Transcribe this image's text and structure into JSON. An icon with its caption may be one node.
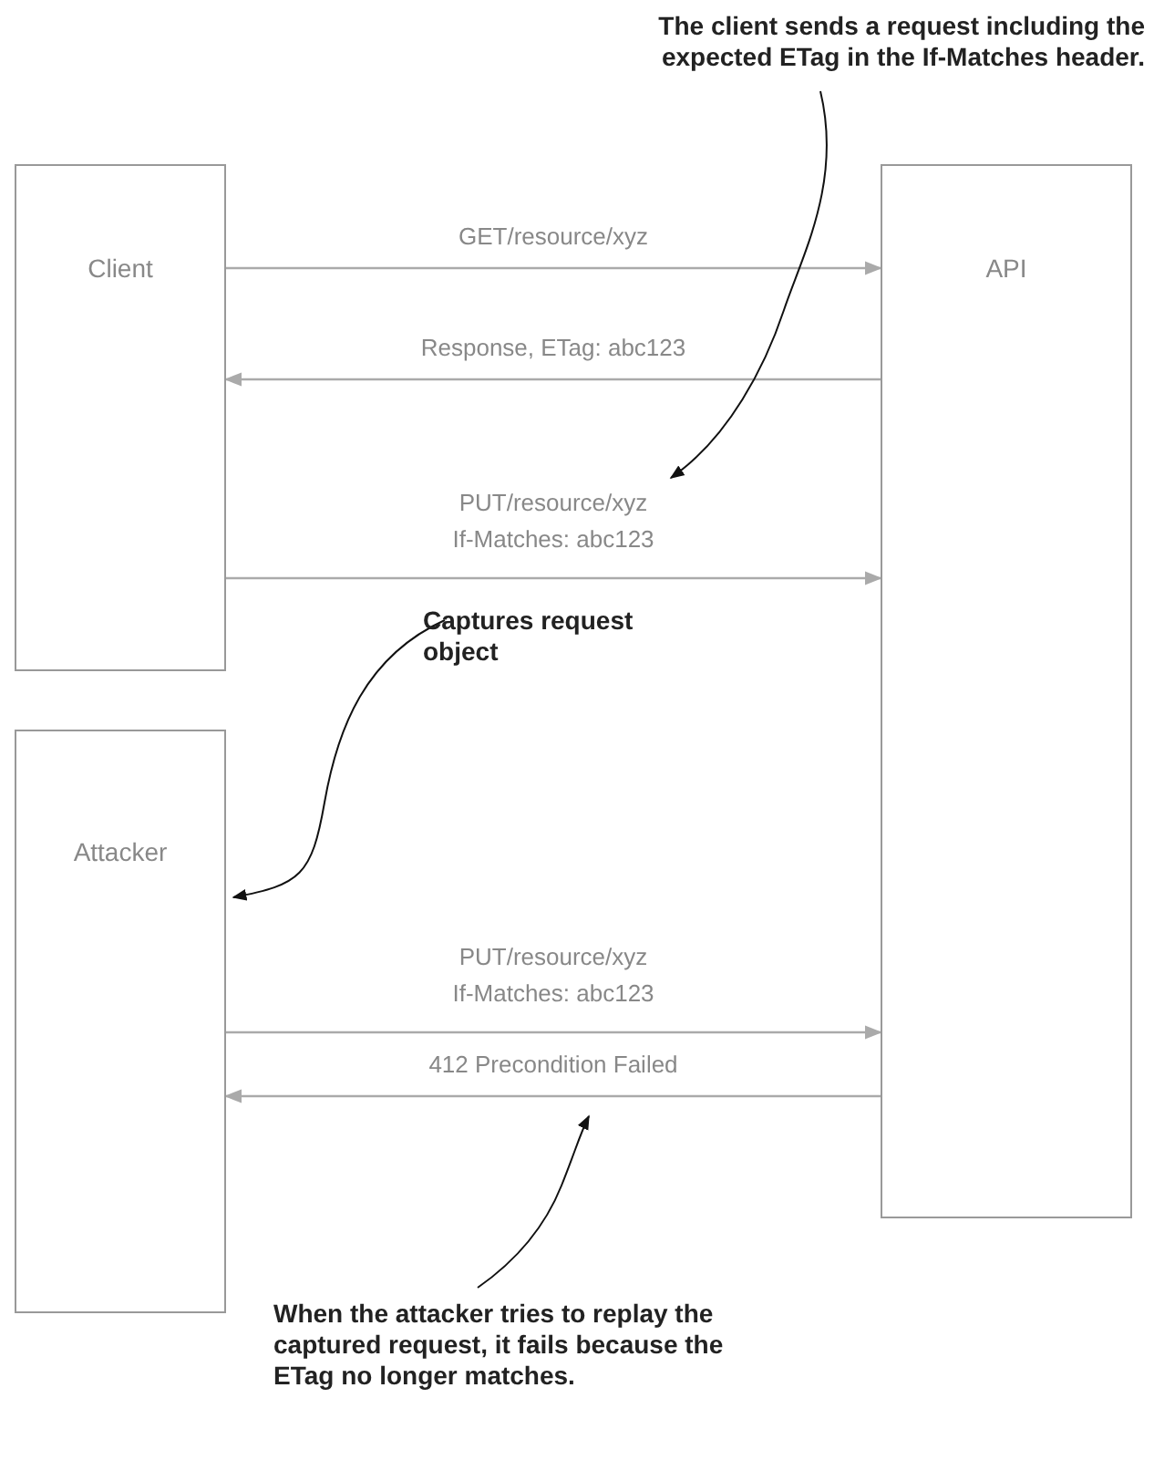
{
  "diagram": {
    "nodes": [
      {
        "text": [
          "Client"
        ]
      },
      {
        "text": [
          "API"
        ]
      },
      {
        "text": [
          "Attacker"
        ]
      },
      {
        "text": [
          "The client sends a request including the expected ETag in the If-Matches header."
        ]
      },
      {
        "text": [
          "Captures request object"
        ]
      },
      {
        "text": [
          "When the attacker tries to replay the captured request, it fails because the ETag no longer matches."
        ]
      }
    ],
    "edges": [
      {
        "from": 0,
        "to": 1,
        "arrow": "to",
        "label": "GET/resource/xyz"
      },
      {
        "from": 1,
        "to": 0,
        "arrow": "to",
        "label": "Response, ETag: abc123"
      },
      {
        "from": 0,
        "to": 1,
        "arrow": "to",
        "label": "PUT/resource/xyz If-Matches: abc123"
      },
      {
        "from": 2,
        "to": 1,
        "arrow": "to",
        "label": "PUT/resource/xyz If-Matches: abc123"
      },
      {
        "from": 1,
        "to": 2,
        "arrow": "to",
        "label": "412 Precondition Failed"
      },
      {
        "from": 3,
        "to": null,
        "arrow": "to",
        "color": "#111111"
      },
      {
        "from": 4,
        "to": 2,
        "arrow": "to",
        "color": "#111111"
      },
      {
        "from": 5,
        "to": null,
        "arrow": "to",
        "color": "#111111"
      }
    ]
  }
}
